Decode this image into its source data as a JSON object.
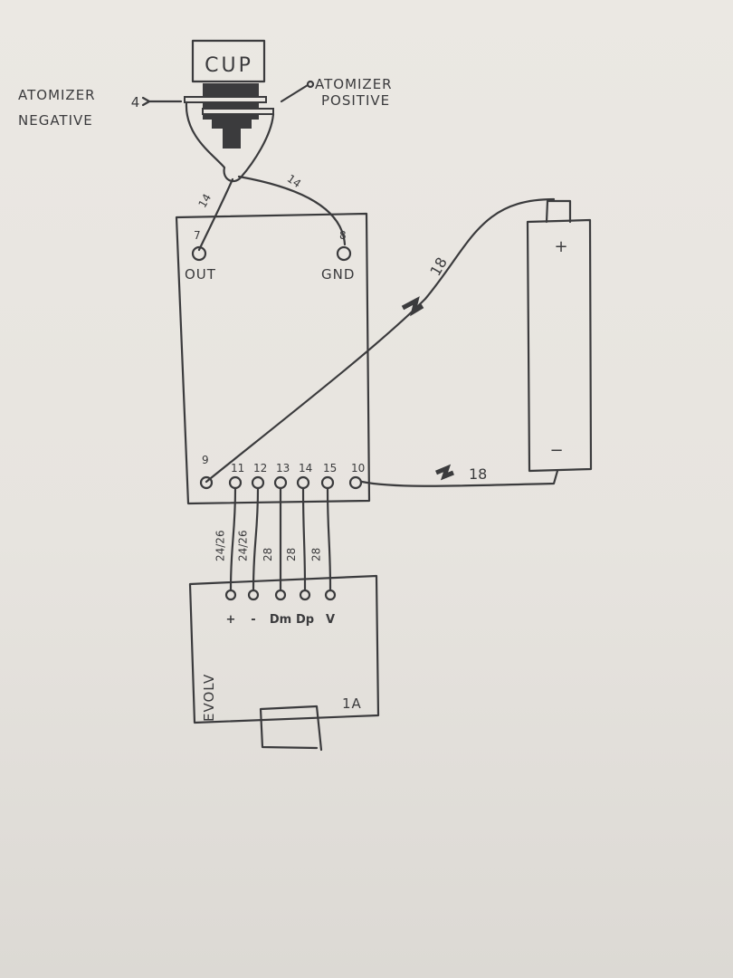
{
  "atomizer": {
    "cup_label": "CUP",
    "negative_label_line1": "ATOMIZER",
    "negative_label_line2": "NEGATIVE",
    "negative_marker": "4",
    "positive_label_line1": "ATOMIZER",
    "positive_label_line2": "POSITIVE"
  },
  "output_wires": {
    "out_gauge": "14",
    "gnd_gauge": "14"
  },
  "board": {
    "terminal_out_number": "7",
    "terminal_out_label": "OUT",
    "terminal_gnd_number": "8",
    "terminal_gnd_label": "GND",
    "bottom_terminals": [
      "9",
      "11",
      "12",
      "13",
      "14",
      "15",
      "10"
    ]
  },
  "battery": {
    "positive_symbol": "+",
    "negative_symbol": "−",
    "positive_wire_gauge": "18",
    "negative_wire_gauge": "18"
  },
  "usb_wires": {
    "gauges": [
      "24/26",
      "24/26",
      "28",
      "28",
      "28"
    ]
  },
  "evolv_board": {
    "brand": "EVOLV",
    "model": "1A",
    "pin_labels": [
      "+",
      "-",
      "Dm",
      "Dp",
      "V"
    ]
  },
  "colors": {
    "ink": "#3b3b3d",
    "paper": "#e9e6e1"
  }
}
